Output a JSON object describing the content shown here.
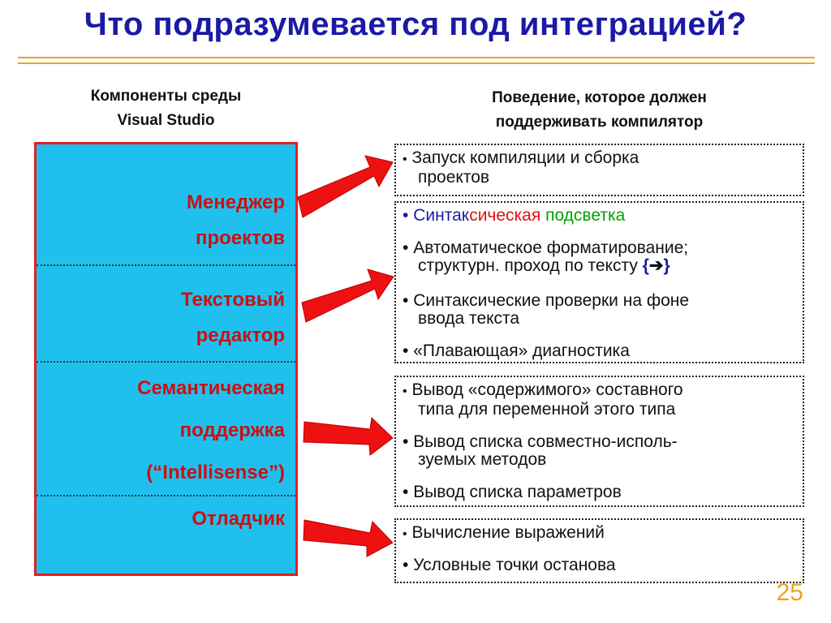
{
  "title": "Что подразумевается под интеграцией?",
  "left_header": [
    "Компоненты среды",
    "Visual Studio"
  ],
  "right_header": [
    "Поведение, которое должен",
    "поддерживать компилятор"
  ],
  "components": {
    "project_manager": [
      "Менеджер",
      "проектов"
    ],
    "text_editor": [
      "Текстовый",
      "редактор"
    ],
    "semantic_support": [
      "Семантическая",
      "поддержка",
      "(“Intellisense”)"
    ],
    "debugger": [
      "Отладчик"
    ]
  },
  "behaviors": {
    "build": {
      "line1": "Запуск компиляции и сборка",
      "line2": "проектов"
    },
    "editor": {
      "syntax_parts": [
        "Синтак",
        "сическая",
        "подсветка"
      ],
      "syntax_colors": [
        "#1a1aa6",
        "#e01010",
        "#00a000"
      ],
      "autoformat_line1": "Автоматическое форматирование;",
      "autoformat_line2": "структурн. проход по тексту",
      "brace_open": "{",
      "brace_arrow": "➔",
      "brace_close": "}",
      "checks_line1": "Синтаксические проверки на фоне",
      "checks_line2": "ввода текста",
      "floating": "«Плавающая» диагностика"
    },
    "semantic": {
      "members_line1": "Вывод «содержимого» составного",
      "members_line2": "типа для переменной этого типа",
      "methods_line1": "Вывод списка совместно-исполь-",
      "methods_line2": "зуемых методов",
      "params": "Вывод списка параметров"
    },
    "debug": {
      "eval": "Вычисление выражений",
      "breakpoints": "Условные точки останова"
    }
  },
  "bullet": "•",
  "page_number": "25",
  "colors": {
    "title": "#1a1aa6",
    "rule": "#f0a020",
    "panel": "#20c0ee",
    "component_text": "#cc1010",
    "arrow": "#ee1111"
  }
}
